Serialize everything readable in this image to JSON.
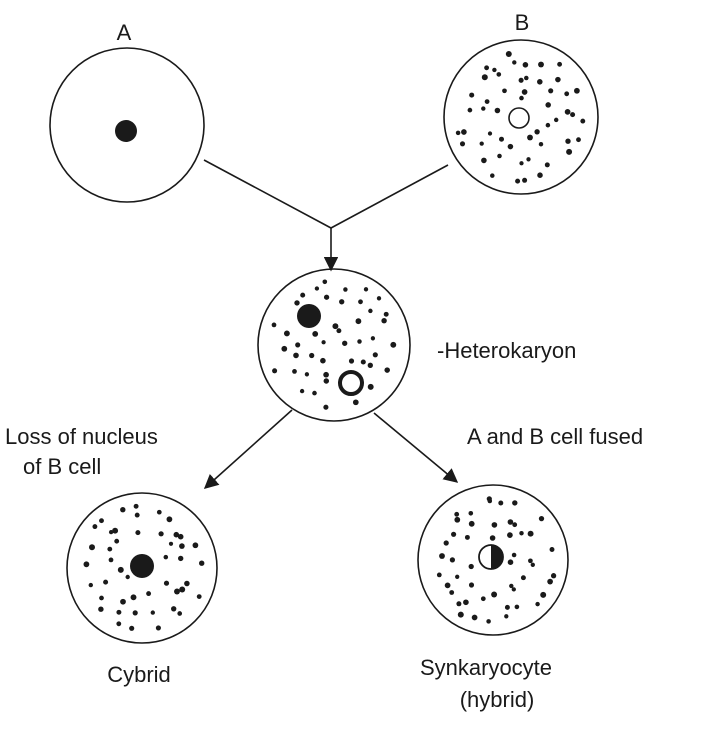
{
  "labels": {
    "cell_a": "A",
    "cell_b": "B",
    "heterokaryon": "-Heterokaryon",
    "loss_line1": "Loss of nucleus",
    "loss_line2": "of B cell",
    "fused": "A and B cell fused",
    "cybrid": "Cybrid",
    "synkaryocyte_line1": "Synkaryocyte",
    "synkaryocyte_line2": "(hybrid)"
  },
  "colors": {
    "ink": "#1a1a1a",
    "background": "#ffffff"
  }
}
